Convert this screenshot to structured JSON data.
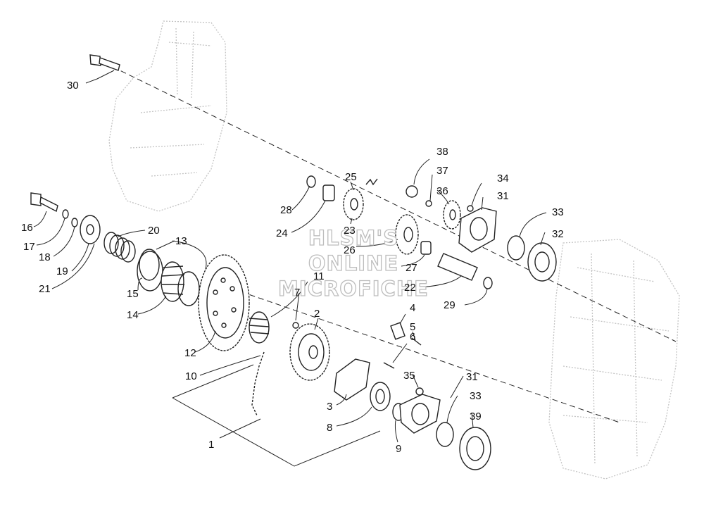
{
  "labels": {
    "p1": "1",
    "p2": "2",
    "p3": "3",
    "p4": "4",
    "p5": "5",
    "p6": "6",
    "p7": "7",
    "p8": "8",
    "p9": "9",
    "p10": "10",
    "p11": "11",
    "p12": "12",
    "p13": "13",
    "p14": "14",
    "p15": "15",
    "p16": "16",
    "p17": "17",
    "p18": "18",
    "p19": "19",
    "p20": "20",
    "p21": "21",
    "p22": "22",
    "p23": "23",
    "p24": "24",
    "p25": "25",
    "p26": "26",
    "p27": "27",
    "p28": "28",
    "p29": "29",
    "p30": "30",
    "p31a": "31",
    "p31b": "31",
    "p32": "32",
    "p33a": "33",
    "p33b": "33",
    "p34": "34",
    "p35": "35",
    "p36": "36",
    "p37": "37",
    "p38": "38",
    "p39": "39"
  },
  "watermark": {
    "line1": "HLSM'S",
    "line2": "ONLINE",
    "line3": "MICROFICHE"
  }
}
